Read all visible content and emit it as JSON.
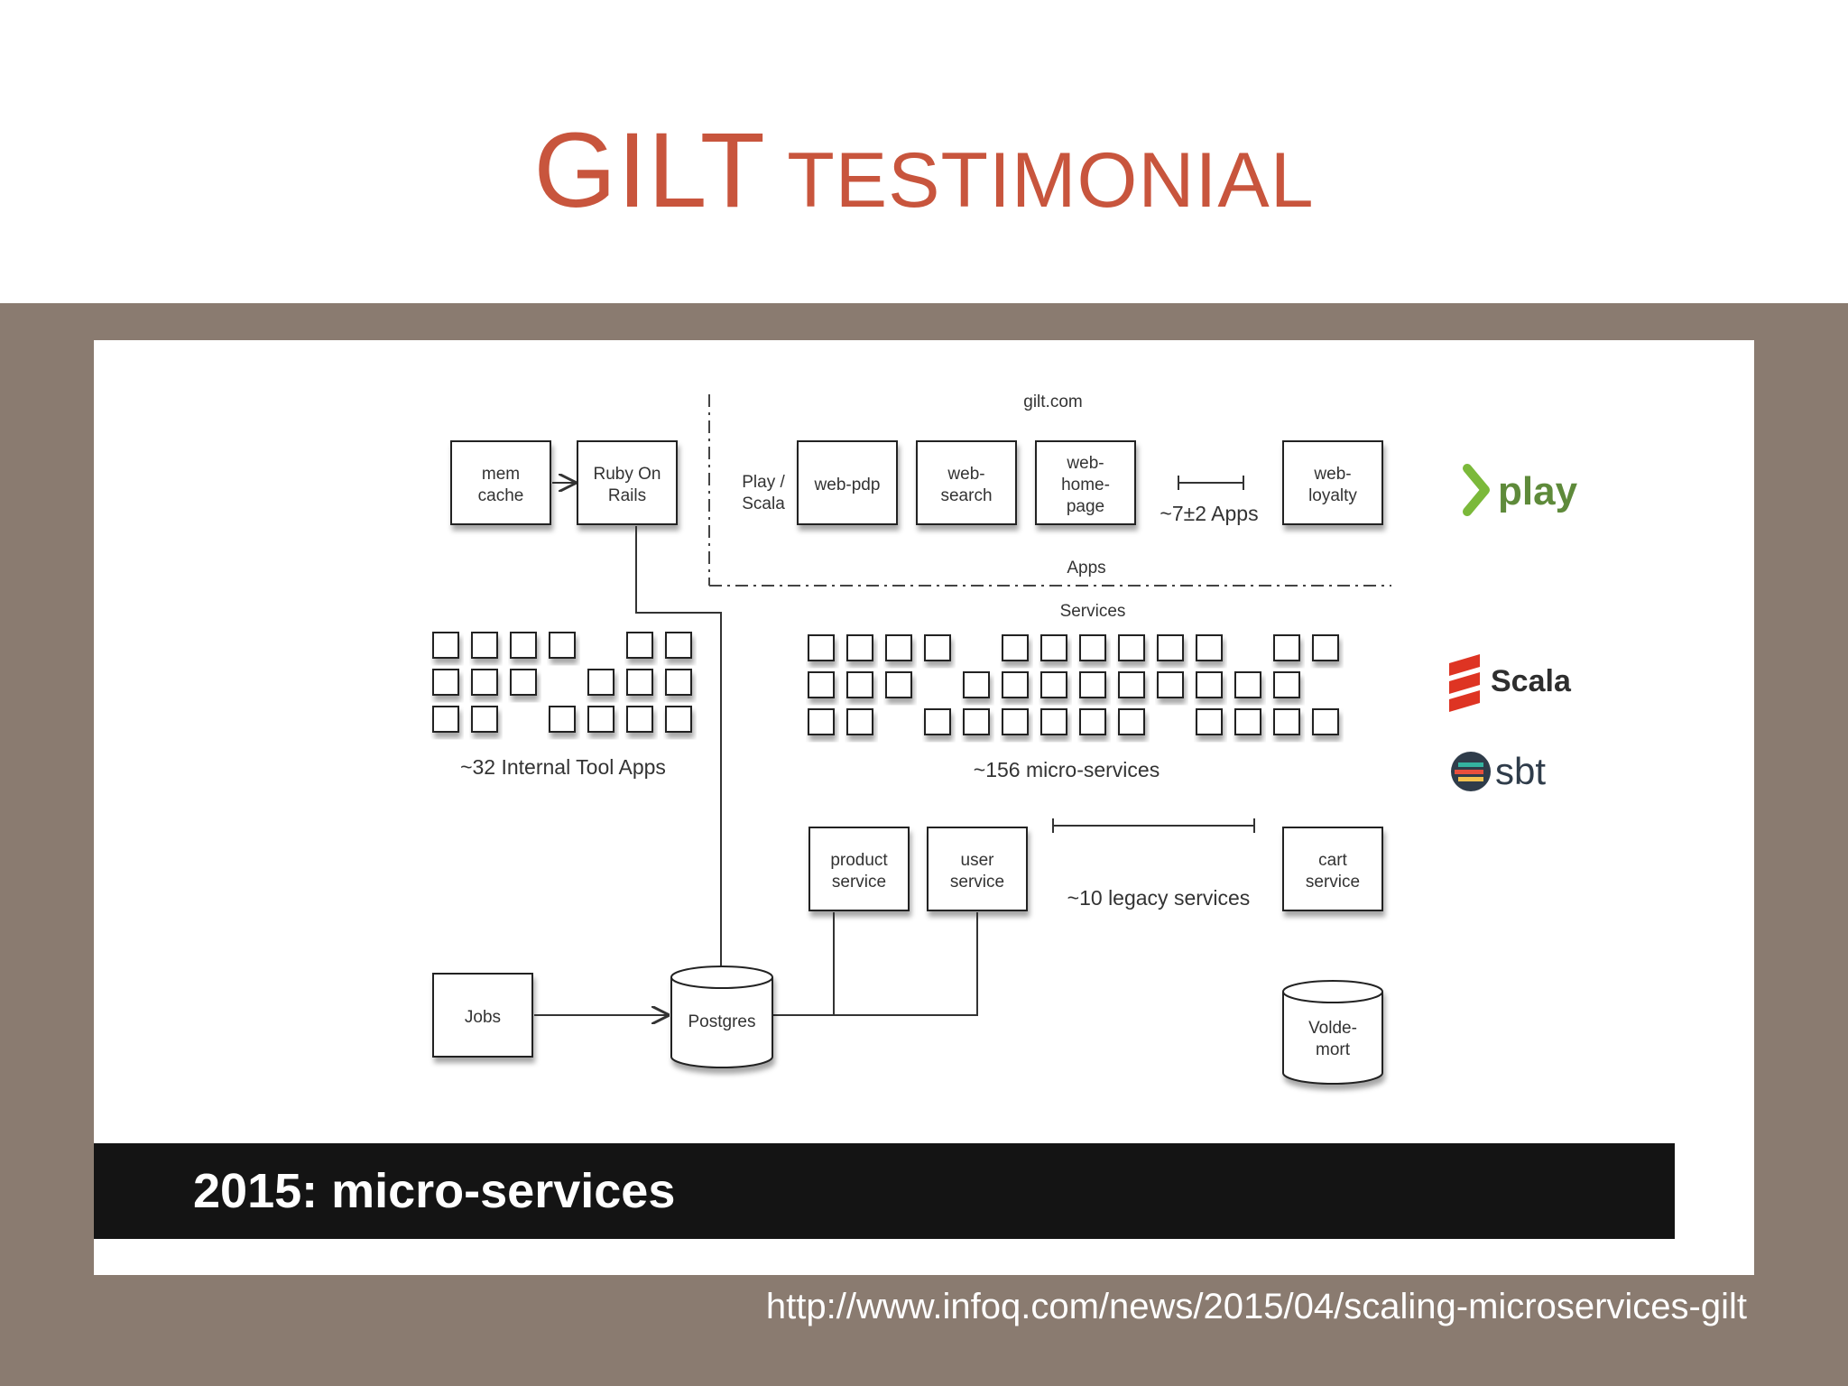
{
  "slide": {
    "title_main": "GILT",
    "title_rest": "TESTIMONIAL",
    "source_url": "http://www.infoq.com/news/2015/04/scaling-microservices-gilt"
  },
  "diagram": {
    "domain_label": "gilt.com",
    "play_scala_label_line1": "Play /",
    "play_scala_label_line2": "Scala",
    "apps_label": "Apps",
    "services_label": "Services",
    "apps_count_label": "~7±2 Apps",
    "internal_tools_label": "~32 Internal Tool Apps",
    "micro_services_label": "~156 micro-services",
    "legacy_label": "~10 legacy services",
    "nodes": {
      "memcache": [
        "mem",
        "cache"
      ],
      "rails": [
        "Ruby On",
        "Rails"
      ],
      "web_pdp": [
        "web-pdp"
      ],
      "web_search": [
        "web-",
        "search"
      ],
      "web_homepage": [
        "web-",
        "home-",
        "page"
      ],
      "web_loyalty": [
        "web-",
        "loyalty"
      ],
      "product_service": [
        "product",
        "service"
      ],
      "user_service": [
        "user",
        "service"
      ],
      "cart_service": [
        "cart",
        "service"
      ],
      "jobs": [
        "Jobs"
      ],
      "postgres": [
        "Postgres"
      ],
      "voldemort": [
        "Volde-",
        "mort"
      ]
    },
    "caption": "2015: micro-services"
  },
  "logos": {
    "play": "play",
    "scala": "Scala",
    "sbt": "sbt"
  },
  "colors": {
    "title": "#c8553d",
    "band": "#8a7b70",
    "caption_bar": "#141414"
  }
}
